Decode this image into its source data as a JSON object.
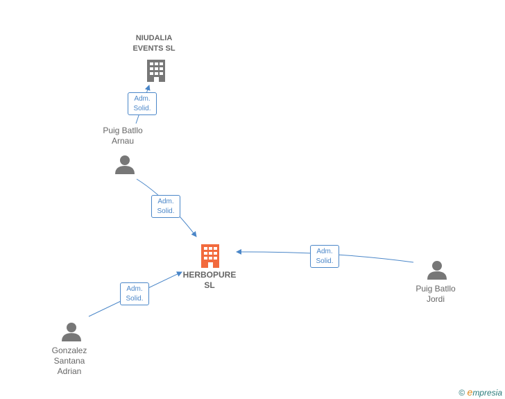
{
  "nodes": {
    "niudalia": {
      "label": "NIUDALIA\nEVENTS  SL",
      "type": "company"
    },
    "arnau": {
      "label": "Puig Batllo\nArnau",
      "type": "person"
    },
    "herbopure": {
      "label": "HERBOPURE\nSL",
      "type": "company-main"
    },
    "jordi": {
      "label": "Puig Batllo\nJordi",
      "type": "person"
    },
    "adrian": {
      "label": "Gonzalez\nSantana\nAdrian",
      "type": "person"
    }
  },
  "edges": [
    {
      "from": "arnau",
      "to": "niudalia",
      "label": "Adm.\nSolid."
    },
    {
      "from": "arnau",
      "to": "herbopure",
      "label": "Adm.\nSolid."
    },
    {
      "from": "jordi",
      "to": "herbopure",
      "label": "Adm.\nSolid."
    },
    {
      "from": "adrian",
      "to": "herbopure",
      "label": "Adm.\nSolid."
    }
  ],
  "colors": {
    "edge": "#4a86c8",
    "person": "#777777",
    "company": "#777777",
    "main_company": "#f26a3d"
  },
  "footer": {
    "copyright": "©",
    "brand": "mpresia",
    "brand_initial": "e"
  }
}
